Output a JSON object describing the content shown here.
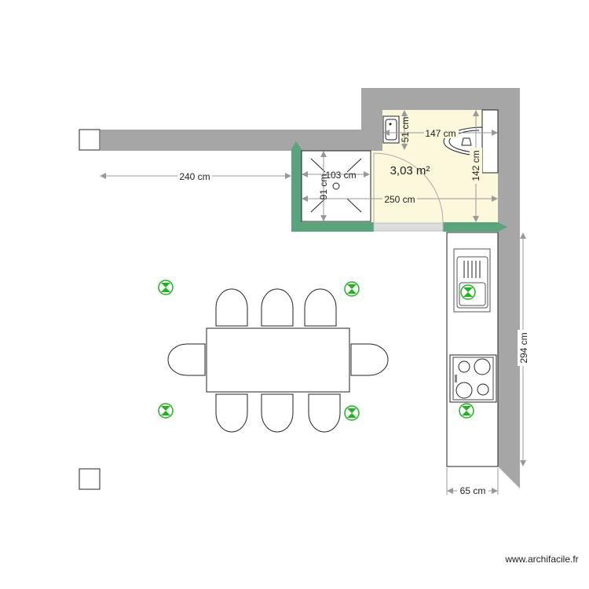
{
  "plan": {
    "room_area": "3,03 m²",
    "dimensions": {
      "living_wall": "240 cm",
      "shower_width": "103 cm",
      "shower_depth": "91 cm",
      "bathroom_width": "250 cm",
      "bathroom_inner": "147 cm",
      "sink_depth": "51 cm",
      "bathroom_depth": "142 cm",
      "kitchen_length": "294 cm",
      "counter_depth": "65 cm"
    },
    "watermark": "www.archifacile.fr"
  },
  "colors": {
    "wall": "#a6a6a6",
    "partition": "#5aa47c",
    "bathroom_floor": "#fbf8dc",
    "marker": "#1fb51f"
  }
}
